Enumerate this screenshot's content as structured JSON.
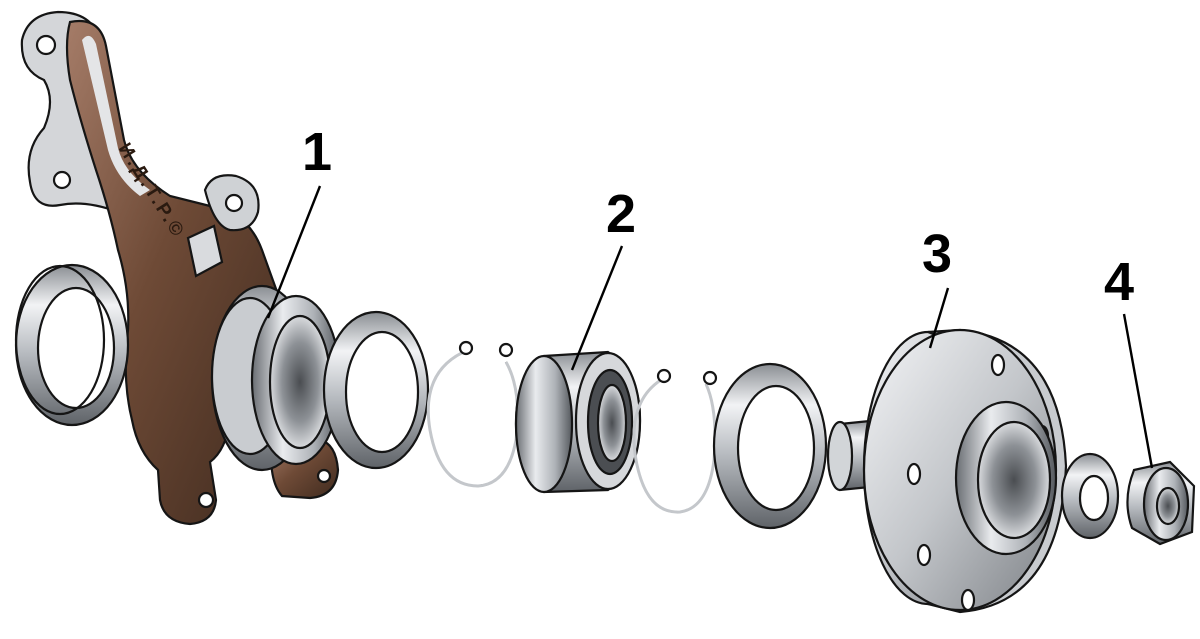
{
  "diagram": {
    "watermark": "И.Д.Т.Р.©",
    "callouts": [
      {
        "number": "1"
      },
      {
        "number": "2"
      },
      {
        "number": "3"
      },
      {
        "number": "4"
      }
    ]
  },
  "colors": {
    "knuckle": "#6e4a36",
    "knuckle_light": "#9c7460",
    "metal_light": "#eceef0",
    "metal_mid": "#b9bdc2",
    "metal_dark": "#6a6e73",
    "outline": "#151515"
  }
}
